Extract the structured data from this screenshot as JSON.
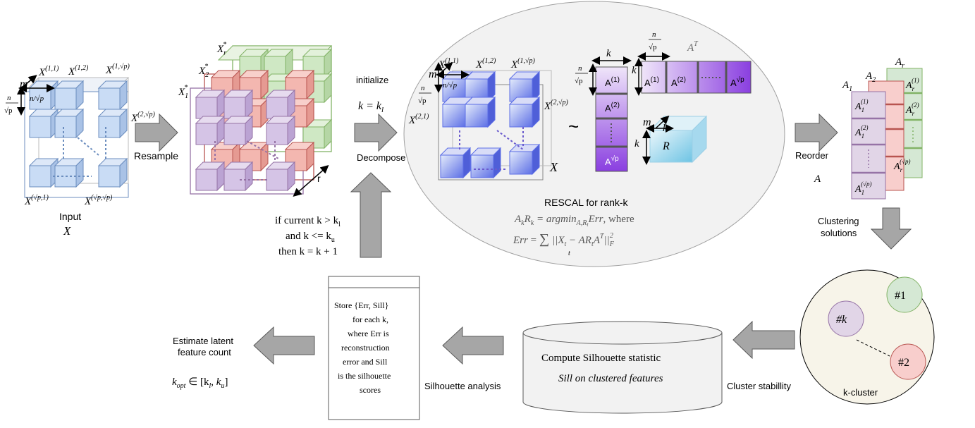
{
  "labels": {
    "input": "Input",
    "input_x": "X",
    "resample": "Resample",
    "r": "r",
    "initialize": "initialize",
    "k_eq_kl": "k = k",
    "kl_sub": "l",
    "decompose": "Decompose",
    "reorder": "Reorder",
    "A_label": "A",
    "clustering": "Clustering",
    "solutions": "solutions",
    "k_cluster": "k-cluster",
    "cluster_stability": "Cluster stabillity",
    "silhouette_analysis": "Silhouette analysis",
    "estimate1": "Estimate latent",
    "estimate2": "feature count",
    "kopt": "k",
    "kopt_sub": "opt",
    "kopt_range": " ∈ [k",
    "kopt_range2": ", k",
    "kopt_close": "]",
    "rescal_title": "RESCAL for rank-k",
    "rescal_eq1": "A",
    "rescal_eq1b": "R",
    "rescal_eq1c": " = argmin",
    "rescal_eq1d": "Err",
    "rescal_eq1e": ", where",
    "rescal_eq2": "Err",
    "rescal_eq2b": " = ",
    "rescal_eq2c": "||X",
    "rescal_eq2d": " − AR",
    "rescal_eq2e": "A",
    "rescal_eq2f": "||",
    "sum": "∑",
    "sum_sub": "t",
    "tilde": "~",
    "loop1": "if current k > k",
    "loop2": "and k <= k",
    "loop3": "then k = k + 1",
    "store1": "Store {Err, Sill}",
    "store2": "for each k,",
    "store3": "where Err is",
    "store4": "reconstruction",
    "store5": "error and Sill",
    "store6": "is the silhouette",
    "store7": "scores",
    "db1": "Compute Silhouette statistic",
    "db2": "Sill on clustered features",
    "c1": "#1",
    "c2": "#2",
    "ck": "#k",
    "X_sup11": "X",
    "sup11": "(1,1)",
    "sup12": "(1,2)",
    "sup1p": "(1,√p)",
    "sup2p": "(2,√p)",
    "supp1": "(√p,1)",
    "suppp": "(√p,√p)",
    "sup21": "(2,1)",
    "m": "m",
    "n": "n",
    "sqrtp": "√p",
    "n_over": "n/√p",
    "X1": "X",
    "X1s": "1",
    "X2s": "2",
    "Xrs": "r",
    "star": "*",
    "k": "k",
    "AT": "A",
    "T": "T",
    "A1": "A",
    "sup_a1": "(1)",
    "sup_a2": "(2)",
    "sup_ap": "√p",
    "R": "R",
    "Ar": "A",
    "A1sub": "1",
    "A2sub": "2",
    "Arsub": "r",
    "supr1": "(1)",
    "supr2": "(2)",
    "suprp": "(√p)"
  },
  "colors": {
    "blue_cube": "#c9dcf5",
    "blue_edge": "#6c8ebf",
    "purple_cube": "#d5c4e6",
    "purple_edge": "#9673a6",
    "red_cube": "#f3b7b0",
    "red_edge": "#b85450",
    "green_cube": "#cfe8c4",
    "green_edge": "#82b366",
    "arrow_gray": "#9e9e9e",
    "ellipse_fill": "#f2f2f2",
    "cluster_bg": "#f7f4e9"
  }
}
